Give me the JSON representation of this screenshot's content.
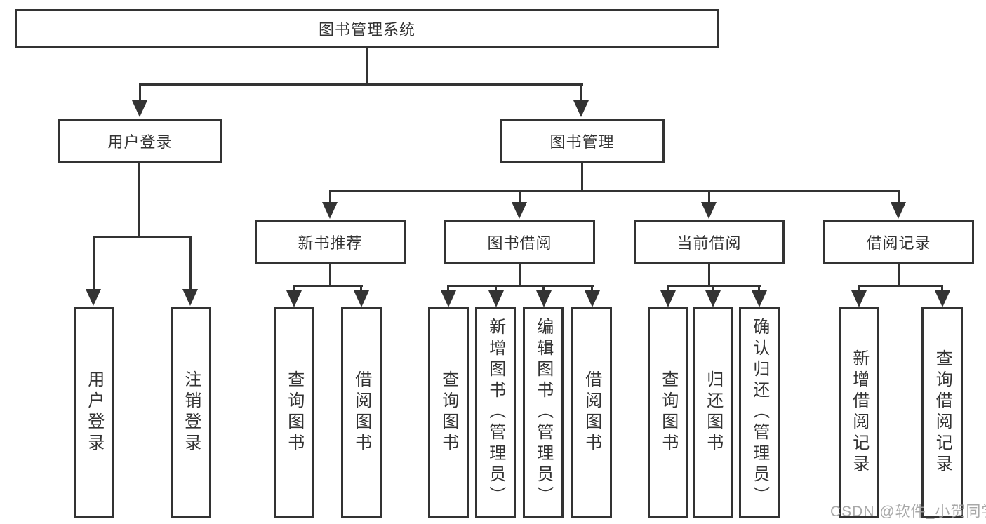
{
  "tree": {
    "label": "图书管理系统",
    "children": [
      {
        "label": "用户登录",
        "children": [
          {
            "label": "用户登录"
          },
          {
            "label": "注销登录"
          }
        ]
      },
      {
        "label": "图书管理",
        "children": [
          {
            "label": "新书推荐",
            "children": [
              {
                "label": "查询图书"
              },
              {
                "label": "借阅图书"
              }
            ]
          },
          {
            "label": "图书借阅",
            "children": [
              {
                "label": "查询图书"
              },
              {
                "label": "新增图书（管理员）"
              },
              {
                "label": "编辑图书（管理员）"
              },
              {
                "label": "借阅图书"
              }
            ]
          },
          {
            "label": "当前借阅",
            "children": [
              {
                "label": "查询图书"
              },
              {
                "label": "归还图书"
              },
              {
                "label": "确认归还（管理员）"
              }
            ]
          },
          {
            "label": "借阅记录",
            "children": [
              {
                "label": "新增借阅记录"
              },
              {
                "label": "查询借阅记录"
              }
            ]
          }
        ]
      }
    ]
  },
  "watermark": "CSDN @软件_小贺同学",
  "colors": {
    "line": "#333333",
    "text": "#333333",
    "watermark": "#9e9e9e",
    "background": "#ffffff"
  }
}
